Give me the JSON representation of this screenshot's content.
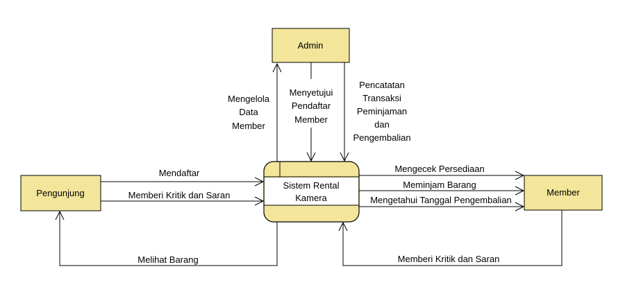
{
  "colors": {
    "fill": "#f3e59a",
    "stroke": "#000000"
  },
  "entities": {
    "admin": "Admin",
    "pengunjung": "Pengunjung",
    "member": "Member"
  },
  "process": {
    "line1": "Sistem Rental",
    "line2": "Kamera"
  },
  "flows": {
    "mengelola_1": "Mengelola",
    "mengelola_2": "Data",
    "mengelola_3": "Member",
    "menyetujui_1": "Menyetujui",
    "menyetujui_2": "Pendaftar",
    "menyetujui_3": "Member",
    "pencatatan_1": "Pencatatan",
    "pencatatan_2": "Transaksi",
    "pencatatan_3": "Peminjaman",
    "pencatatan_4": "dan",
    "pencatatan_5": "Pengembalian",
    "mendaftar": "Mendaftar",
    "kritik_pengunjung": "Memberi Kritik dan Saran",
    "melihat_barang": "Melihat Barang",
    "mengecek": "Mengecek Persediaan",
    "meminjam": "Meminjam Barang",
    "mengetahui": "Mengetahui Tanggal Pengembalian",
    "kritik_member": "Memberi Kritik dan Saran"
  }
}
